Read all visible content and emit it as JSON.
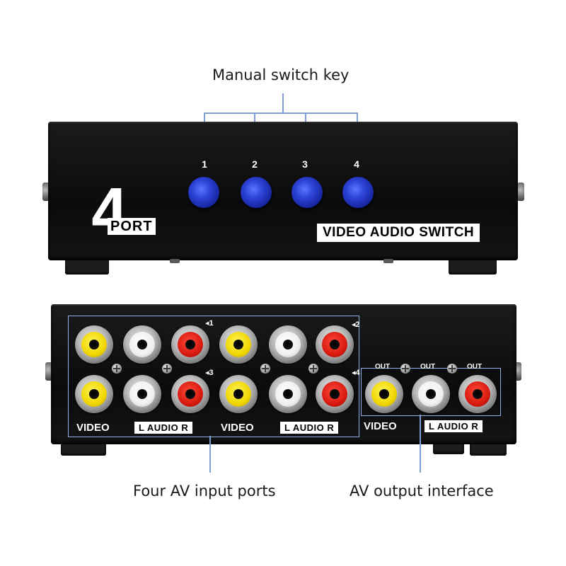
{
  "callouts": {
    "manual_switch_key": "Manual switch key",
    "four_av_input_ports": "Four AV input ports",
    "av_output_interface": "AV output interface"
  },
  "front_panel": {
    "logo_number": "4",
    "logo_word": "PORT",
    "brand_label": "VIDEO AUDIO SWITCH",
    "buttons": [
      {
        "label": "1"
      },
      {
        "label": "2"
      },
      {
        "label": "3"
      },
      {
        "label": "4"
      }
    ]
  },
  "rear_panel": {
    "input_markers": [
      "◂1",
      "◂2",
      "◂3",
      "◂4"
    ],
    "video_label": "VIDEO",
    "audio_label": "L  AUDIO  R",
    "out_label": "OUT",
    "jack_colors": {
      "video": "#f0d600",
      "audio_left": "#f0f0f0",
      "audio_right": "#d91a10"
    }
  },
  "colors": {
    "button_blue": "#2c43d6",
    "callout_line": "#7f9fd3",
    "device_body": "#0f0f0f"
  }
}
